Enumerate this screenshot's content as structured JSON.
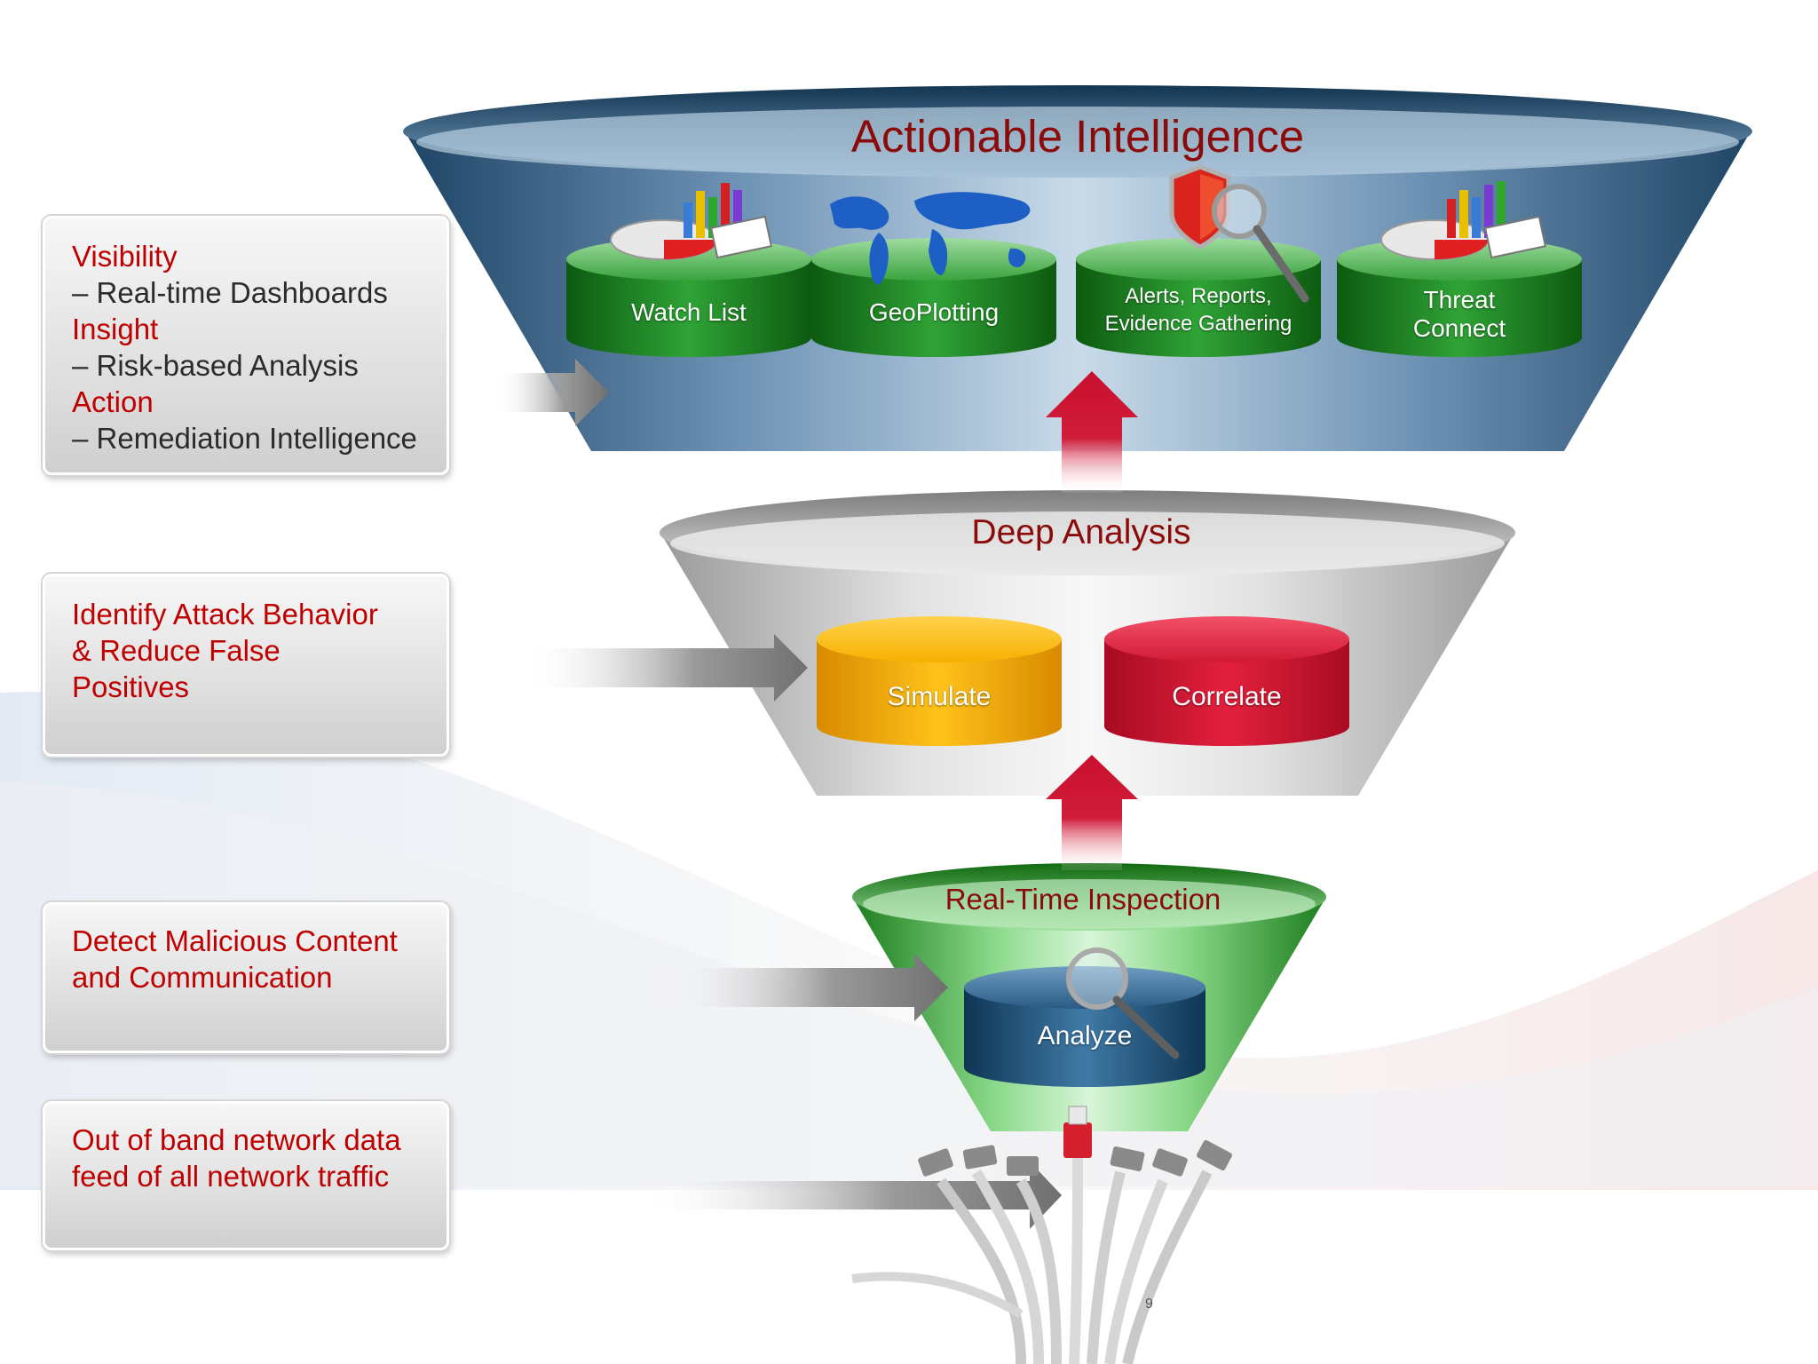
{
  "left_panels": [
    {
      "lines": [
        {
          "text": "Visibility",
          "style": "red"
        },
        {
          "text": "– Real-time Dashboards",
          "style": "dark"
        },
        {
          "text": "Insight",
          "style": "red"
        },
        {
          "text": "– Risk-based Analysis",
          "style": "dark"
        },
        {
          "text": "Action",
          "style": "red"
        },
        {
          "text": "– Remediation Intelligence",
          "style": "dark"
        }
      ]
    },
    {
      "lines": [
        {
          "text": "Identify Attack Behavior",
          "style": "red"
        },
        {
          "text": "& Reduce False",
          "style": "red"
        },
        {
          "text": "Positives",
          "style": "red"
        }
      ]
    },
    {
      "lines": [
        {
          "text": "Detect Malicious Content",
          "style": "red"
        },
        {
          "text": "and Communication",
          "style": "red"
        }
      ]
    },
    {
      "lines": [
        {
          "text": "Out of band network data",
          "style": "red"
        },
        {
          "text": "feed of all network traffic",
          "style": "red"
        }
      ]
    }
  ],
  "funnel": {
    "top": {
      "title": "Actionable Intelligence",
      "drums": [
        {
          "label": "Watch List",
          "icon": "pie-bar-chart-icon"
        },
        {
          "label": "GeoPlotting",
          "icon": "world-map-icon"
        },
        {
          "label_lines": [
            "Alerts, Reports,",
            "Evidence Gathering"
          ],
          "icon": "shield-magnifier-icon"
        },
        {
          "label_lines": [
            "Threat",
            "Connect"
          ],
          "icon": "pie-bar-chart-icon"
        }
      ]
    },
    "middle": {
      "title": "Deep Analysis",
      "drums": [
        {
          "label": "Simulate",
          "color": "#f5a800"
        },
        {
          "label": "Correlate",
          "color": "#d0142e"
        }
      ]
    },
    "bottom": {
      "title": "Real-Time Inspection",
      "drums": [
        {
          "label": "Analyze",
          "icon": "magnifier-icon"
        }
      ]
    }
  },
  "page_number": "9",
  "colors": {
    "title_red": "#8b0a0a",
    "text_red": "#c00000",
    "arrow_red": "#c8102e",
    "top_funnel_blue": "#2d5f85",
    "mid_funnel_gray": "#bdbdbd",
    "bottom_funnel_green": "#3aa83a"
  }
}
